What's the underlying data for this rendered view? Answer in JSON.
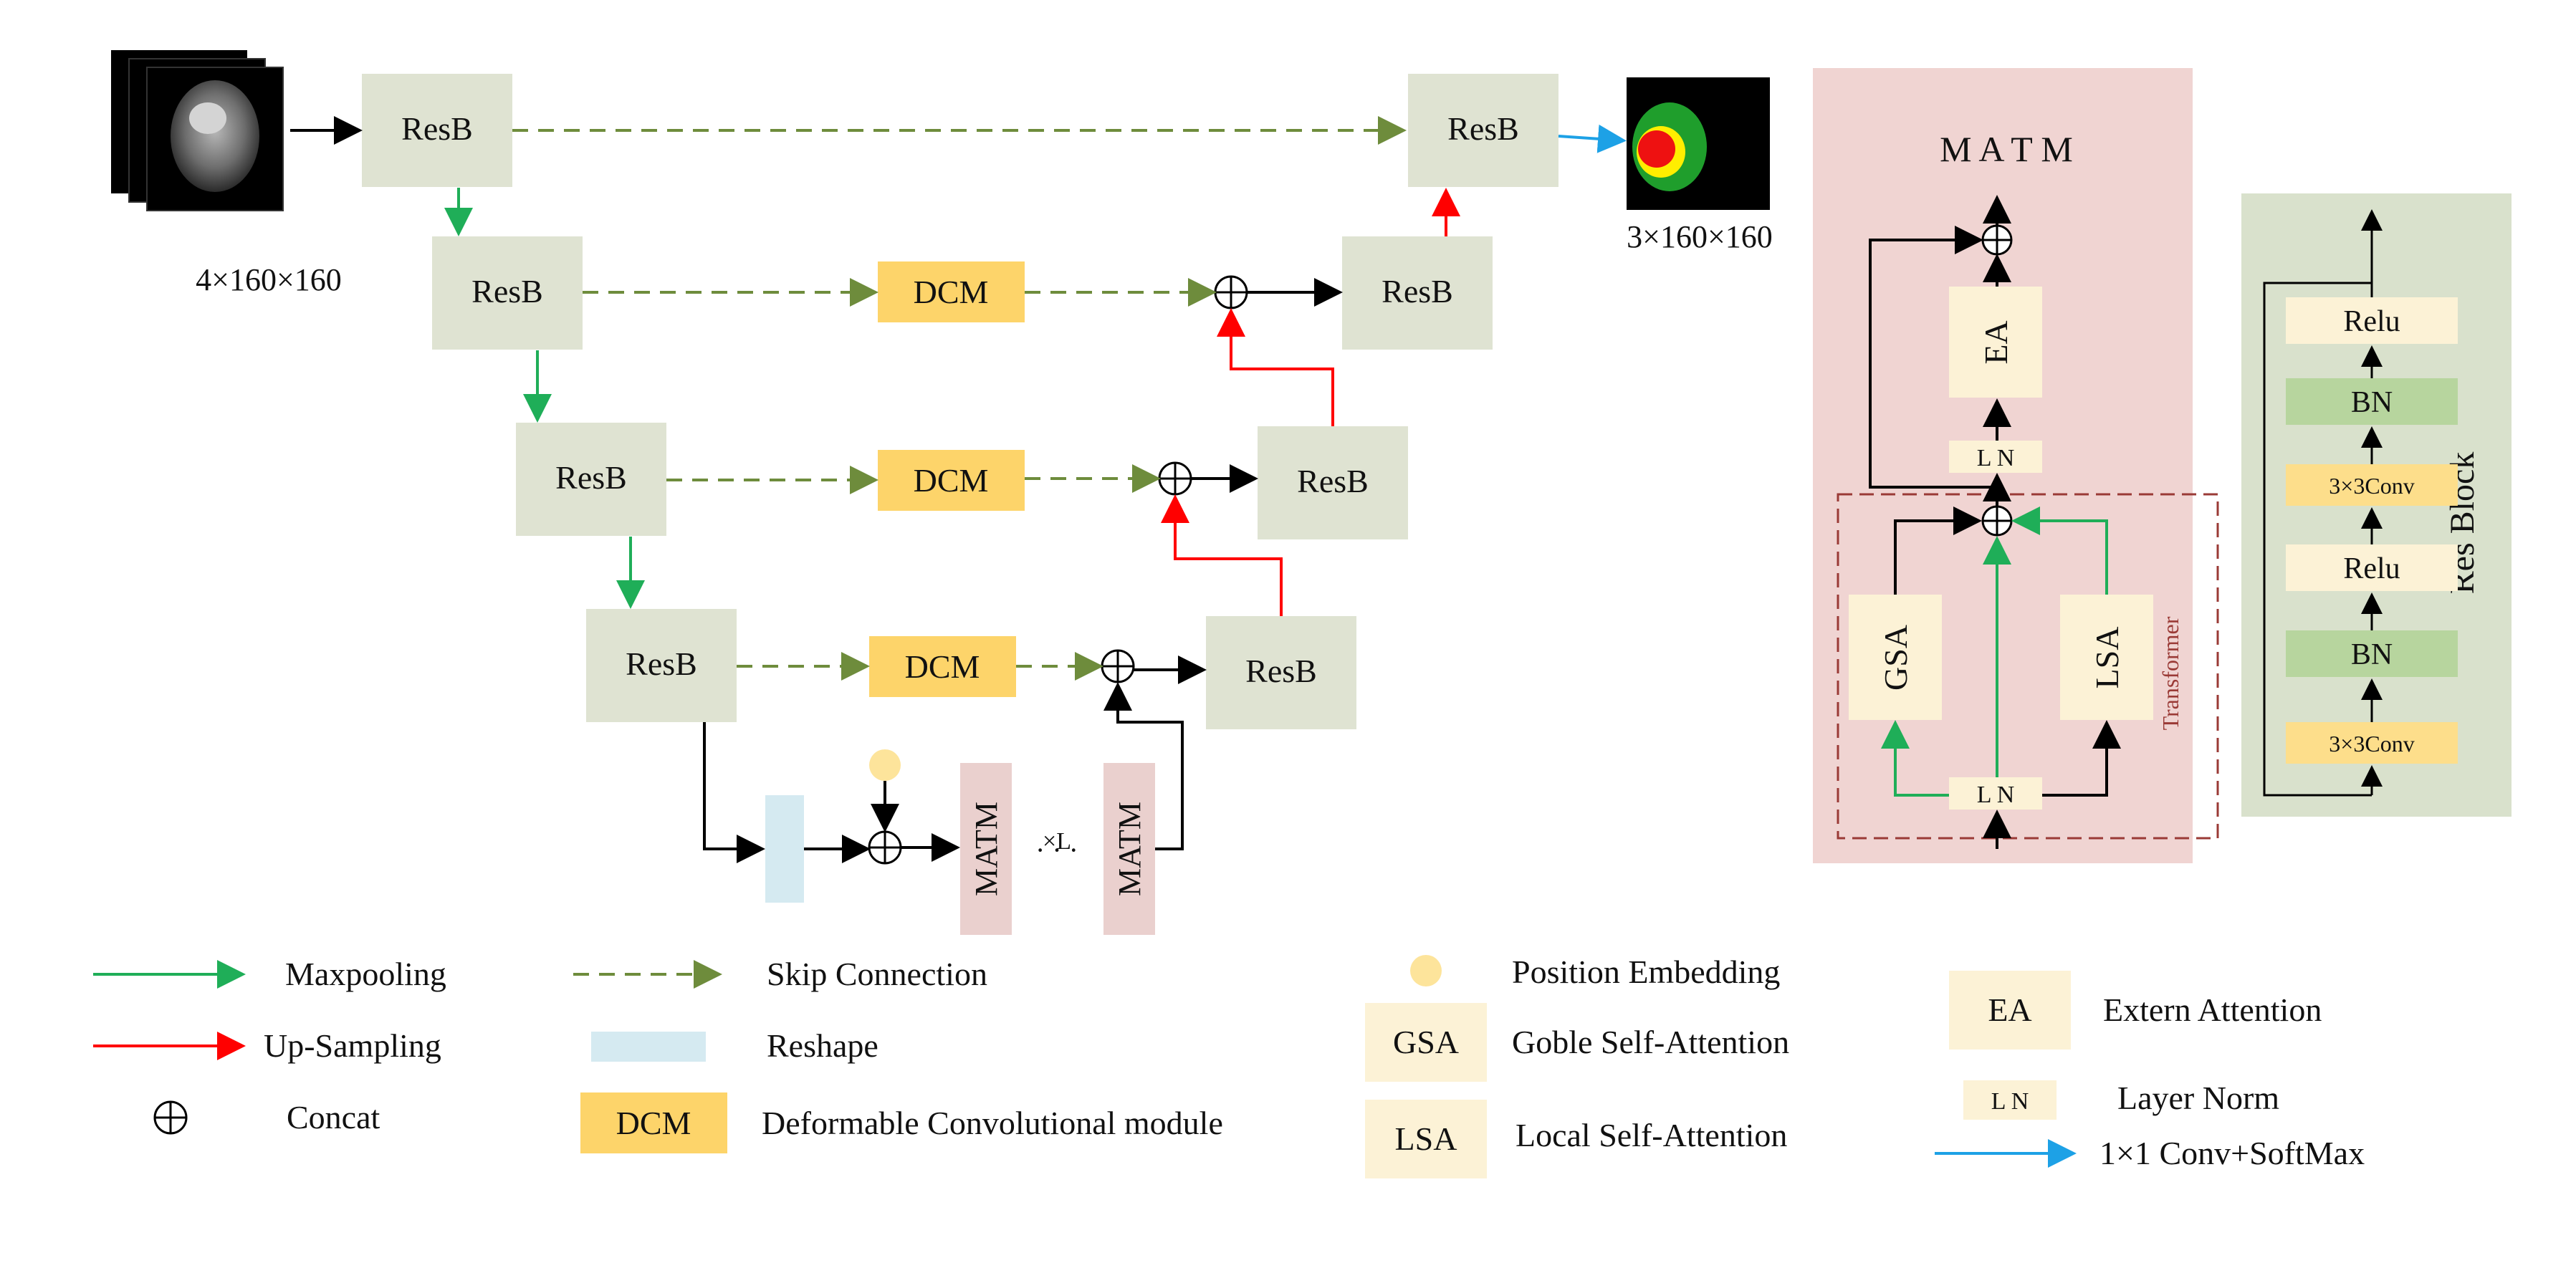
{
  "blocks": {
    "resb": "ResB",
    "dcm": "DCM",
    "matm": "MATM",
    "ea": "EA",
    "ln": "L N",
    "gsa": "GSA",
    "lsa": "LSA",
    "relu": "Relu",
    "bn": "BN",
    "conv": "3×3Conv"
  },
  "labels": {
    "input_size": "4×160×160",
    "output_size": "3×160×160",
    "repeat": "×L",
    "ellipsis": "· · ·",
    "matm_title": "M A T M",
    "transformer": "Transformer",
    "res_block": "Res Block"
  },
  "legend": {
    "maxpooling": "Maxpooling",
    "upsampling": "Up-Sampling",
    "concat": "Concat",
    "skip": "Skip Connection",
    "reshape": "Reshape",
    "dcm_desc": "Deformable Convolutional module",
    "position": "Position Embedding",
    "gsa_desc": "Goble Self-Attention",
    "lsa_desc": "Local Self-Attention",
    "ea_desc": "Extern Attention",
    "ln_desc": "Layer Norm",
    "conv_softmax": "1×1 Conv+SoftMax"
  },
  "colors": {
    "resb": "#dfe3d2",
    "dcm": "#fdd46a",
    "matm": "#ead0ce",
    "matm_panel": "#f0d4d2",
    "resblock_panel": "#d9e1cc",
    "ea": "#fcf2d6",
    "bn": "#b7d59e",
    "conv": "#fdde8b",
    "reshape": "#d5eaf1",
    "position": "#fde49b",
    "maxpool_arrow": "#1fae58",
    "upsample_arrow": "#ff0000",
    "skip_arrow": "#6e8c3c",
    "softmax_arrow": "#1da1e6",
    "transformer_border": "#9a3a36"
  }
}
